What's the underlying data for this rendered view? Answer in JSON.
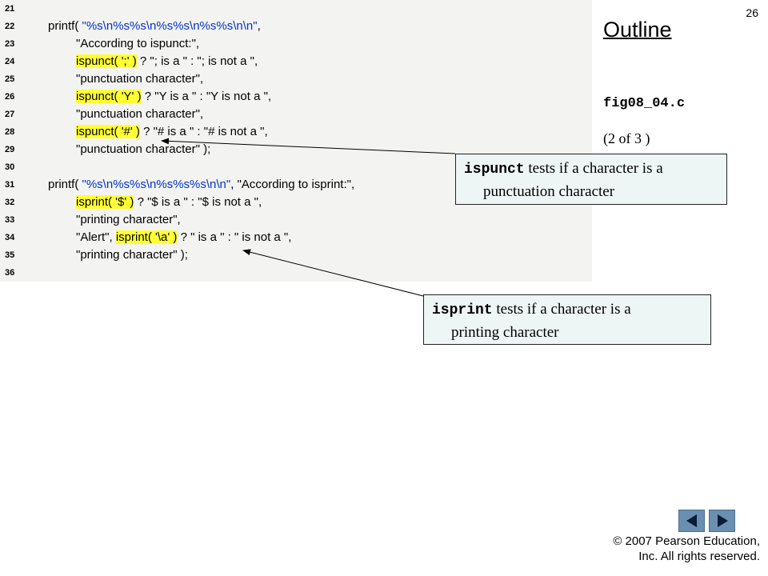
{
  "slide": {
    "page_number": "26",
    "outline_title": "Outline",
    "file_name": "fig08_04.c",
    "page_of": "(2 of 3 )",
    "copyright_line1": "© 2007 Pearson Education,",
    "copyright_line2": "Inc.  All rights reserved.",
    "nav_prev_icon": "prev-arrow-icon",
    "nav_next_icon": "next-arrow-icon",
    "highlight_color": "#ffff33",
    "string_escape_color": "#0033cc",
    "code_background": "#f3f3f1",
    "callout_background": "#eef5f5"
  },
  "code_lines": [
    {
      "n": "21",
      "segments": []
    },
    {
      "n": "22",
      "segments": [
        {
          "t": "printf( ",
          "c": ""
        },
        {
          "t": "\"%s\\n%s%s\\n%s%s\\n%s%s\\n\\n\"",
          "c": "tok-esc"
        },
        {
          "t": ",",
          "c": ""
        }
      ]
    },
    {
      "n": "23",
      "segments": [
        {
          "t": "\"According to ispunct:\",",
          "c": ""
        }
      ]
    },
    {
      "n": "24",
      "segments": [
        {
          "t": "ispunct( ';' )",
          "c": "hl"
        },
        {
          "t": " ? \"; is a \" : \"; is not a \",",
          "c": ""
        }
      ]
    },
    {
      "n": "25",
      "segments": [
        {
          "t": "\"punctuation character\",",
          "c": ""
        }
      ]
    },
    {
      "n": "26",
      "segments": [
        {
          "t": "ispunct( 'Y' )",
          "c": "hl"
        },
        {
          "t": " ? \"Y is a \" : \"Y is not a \",",
          "c": ""
        }
      ]
    },
    {
      "n": "27",
      "segments": [
        {
          "t": "\"punctuation character\",",
          "c": ""
        }
      ]
    },
    {
      "n": "28",
      "segments": [
        {
          "t": "ispunct( '#' )",
          "c": "hl"
        },
        {
          "t": " ? \"# is a \" : \"# is not a \",",
          "c": ""
        }
      ]
    },
    {
      "n": "29",
      "segments": [
        {
          "t": "\"punctuation character\" );",
          "c": ""
        }
      ]
    },
    {
      "n": "30",
      "segments": []
    },
    {
      "n": "31",
      "segments": [
        {
          "t": "printf( ",
          "c": ""
        },
        {
          "t": "\"%s\\n%s%s\\n%s%s%s\\n\\n\"",
          "c": "tok-esc"
        },
        {
          "t": ", \"According to isprint:\",",
          "c": ""
        }
      ]
    },
    {
      "n": "32",
      "segments": [
        {
          "t": "isprint( '$' )",
          "c": "hl"
        },
        {
          "t": " ? \"$ is a \" : \"$ is not a \",",
          "c": ""
        }
      ]
    },
    {
      "n": "33",
      "segments": [
        {
          "t": "\"printing character\",",
          "c": ""
        }
      ]
    },
    {
      "n": "34",
      "segments": [
        {
          "t": "\"Alert\", ",
          "c": ""
        },
        {
          "t": "isprint( '\\a' )",
          "c": "hl"
        },
        {
          "t": " ? \" is a \" : \" is not a \",",
          "c": ""
        }
      ]
    },
    {
      "n": "35",
      "segments": [
        {
          "t": "\"printing character\" );",
          "c": ""
        }
      ]
    },
    {
      "n": "36",
      "segments": []
    }
  ],
  "callouts": {
    "ispunct": {
      "keyword": "ispunct",
      "line1_rest": " tests if a character is a",
      "line2": "punctuation character"
    },
    "isprint": {
      "keyword": "isprint",
      "line1_rest": " tests if a character is a",
      "line2": "printing character"
    }
  }
}
